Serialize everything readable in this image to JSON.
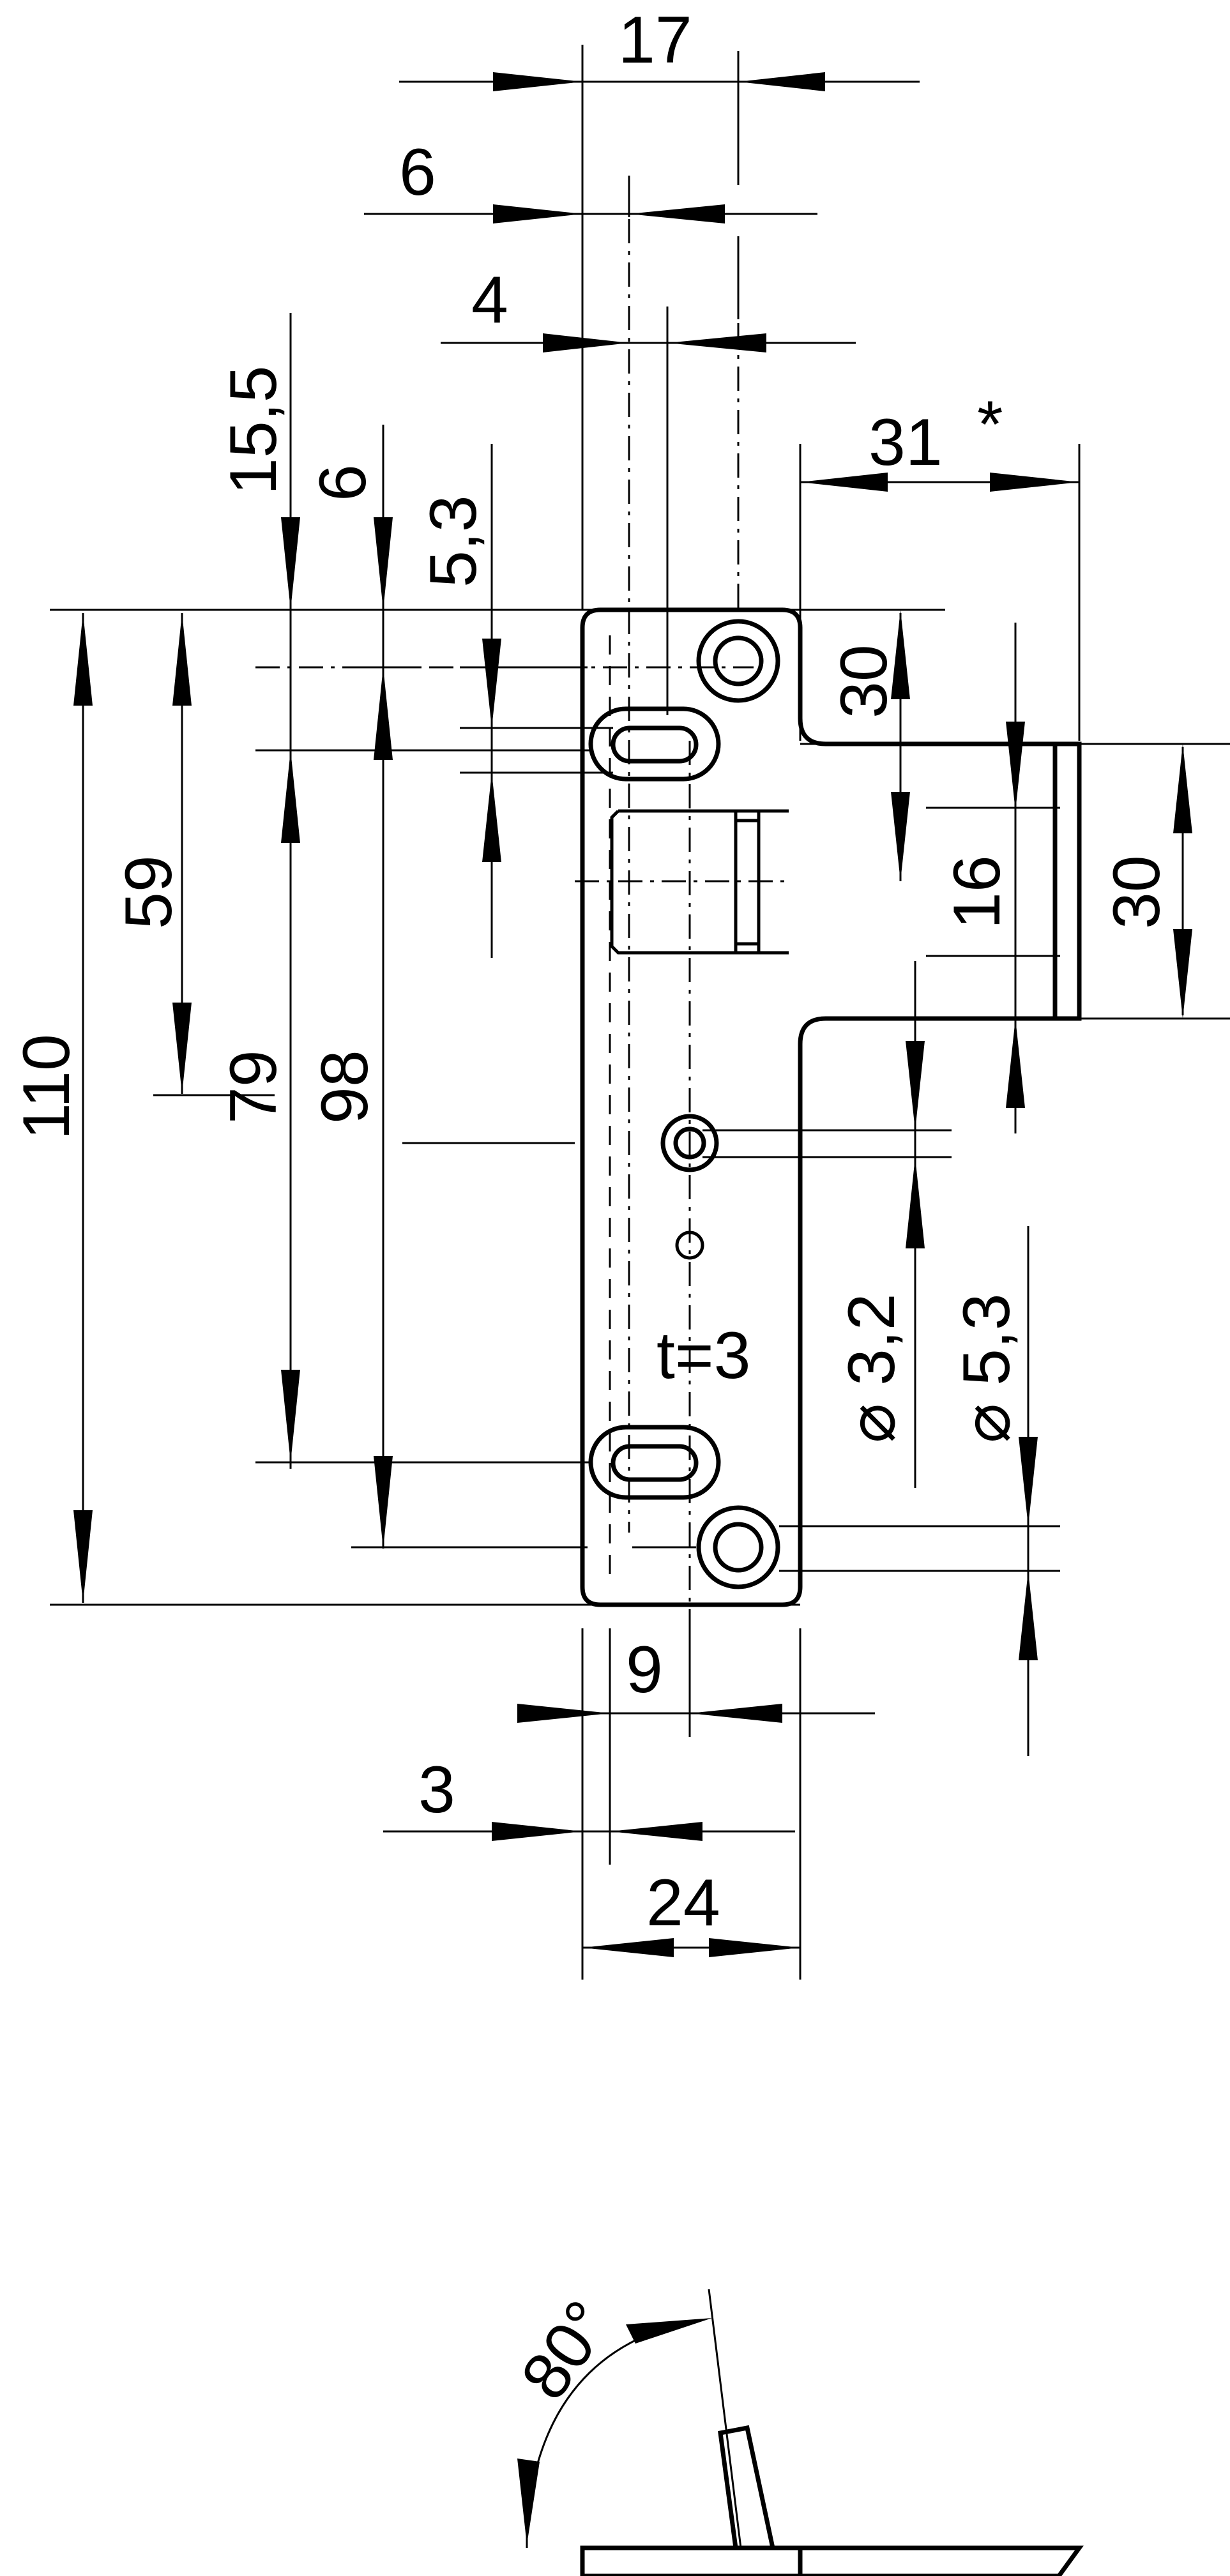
{
  "dimensions": {
    "top_17": "17",
    "top_6": "6",
    "top_4": "4",
    "right_31": "31",
    "asterisk": "*",
    "left_15_5": "15,5",
    "left_6": "6",
    "left_5_3": "5,3",
    "height_110": "110",
    "height_59": "59",
    "height_79": "79",
    "height_98": "98",
    "upper_30": "30",
    "latch_16": "16",
    "right_30": "30",
    "hole_3_2": "3,2",
    "hole_5_3": "5,3",
    "thickness": "t=3",
    "bottom_9": "9",
    "bottom_3": "3",
    "bottom_24": "24",
    "angle_80": "80°"
  },
  "symbols": {
    "diameter": "⌀"
  }
}
